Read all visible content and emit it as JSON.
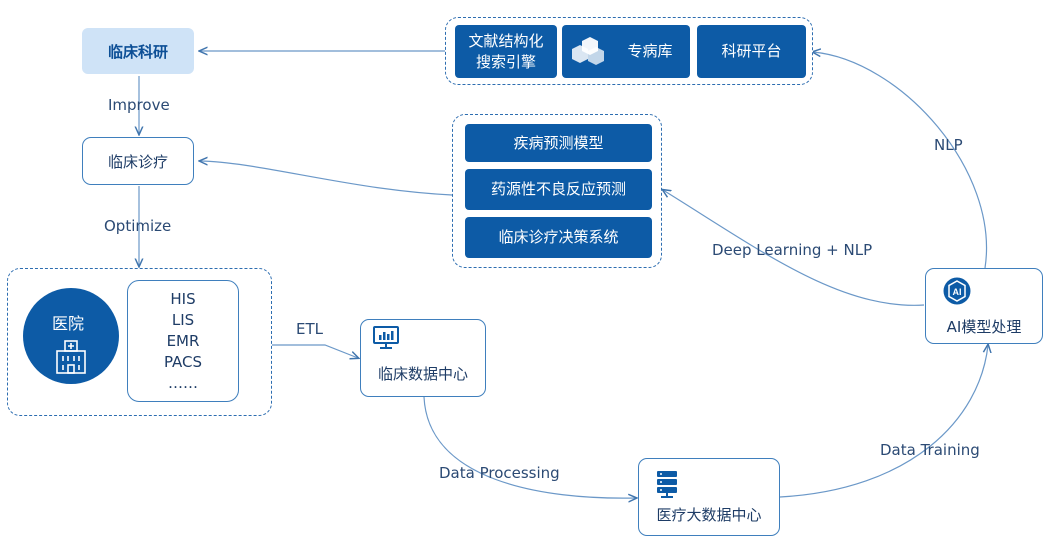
{
  "top_right_group": {
    "item1": "文献结构化\n搜索引擎",
    "item2": "专病库",
    "item3": "科研平台"
  },
  "middle_group": {
    "items": [
      "疾病预测模型",
      "药源性不良反应预测",
      "临床诊疗决策系统"
    ]
  },
  "nodes": {
    "research": "临床科研",
    "diagnosis": "临床诊疗",
    "hospital": "医院",
    "clinical_data_center": "临床数据中心",
    "medical_big_data_center": "医疗大数据中心",
    "ai_model": "AI模型处理"
  },
  "systems": [
    "HIS",
    "LIS",
    "EMR",
    "PACS",
    "……"
  ],
  "edge_labels": {
    "improve": "Improve",
    "optimize": "Optimize",
    "etl": "ETL",
    "data_processing": "Data Processing",
    "data_training": "Data Training",
    "deep_learning_nlp": "Deep Learning + NLP",
    "nlp": "NLP"
  },
  "icon_labels": {
    "ai": "AI"
  },
  "colors": {
    "primary": "#0d5ba6",
    "light_fill": "#cfe3f7",
    "line": "#5b8fc4"
  }
}
